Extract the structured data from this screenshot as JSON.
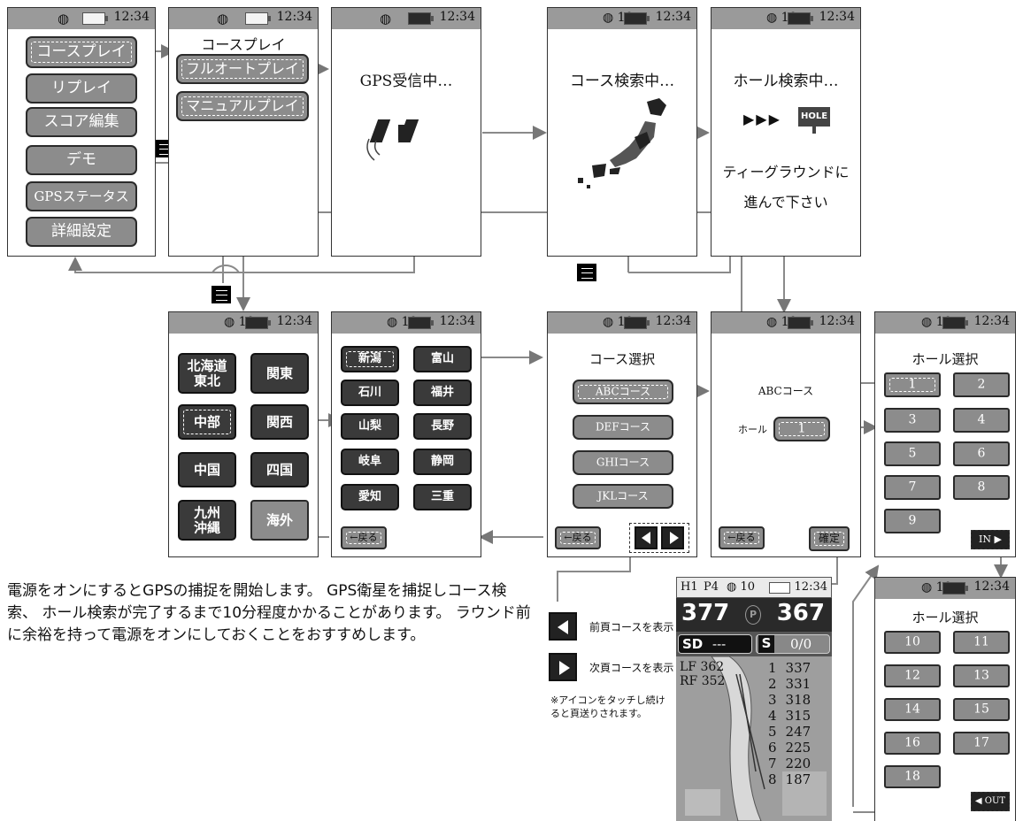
{
  "status": {
    "time": "12:34",
    "sats": "10"
  },
  "s1": {
    "items": [
      "コースプレイ",
      "リプレイ",
      "スコア編集",
      "デモ",
      "GPSステータス",
      "詳細設定"
    ]
  },
  "s2": {
    "title": "コースプレイ",
    "items": [
      "フルオートプレイ",
      "マニュアルプレイ"
    ]
  },
  "s3": {
    "text": "GPS受信中…"
  },
  "s4": {
    "text": "コース検索中…"
  },
  "s5": {
    "text": "ホール検索中…",
    "hole_sign": "HOLE",
    "line1": "ティーグラウンドに",
    "line2": "進んで下さい"
  },
  "regions": [
    "北海道\n東北",
    "関東",
    "中部",
    "関西",
    "中国",
    "四国",
    "九州\n沖縄",
    "海外"
  ],
  "prefs": [
    "新潟",
    "富山",
    "石川",
    "福井",
    "山梨",
    "長野",
    "岐阜",
    "静岡",
    "愛知",
    "三重"
  ],
  "back_label": "←戻る",
  "course_select": {
    "title": "コース選択",
    "courses": [
      "ABCコース",
      "DEFコース",
      "GHIコース",
      "JKLコース"
    ]
  },
  "confirm": {
    "course": "ABCコース",
    "hole_label": "ホール",
    "hole_value": "1",
    "ok_label": "確定"
  },
  "hole_select": {
    "title": "ホール選択",
    "front": [
      "1",
      "2",
      "3",
      "4",
      "5",
      "6",
      "7",
      "8",
      "9"
    ],
    "back": [
      "10",
      "11",
      "12",
      "13",
      "14",
      "15",
      "16",
      "17",
      "18"
    ],
    "in_label": "IN",
    "out_label": "OUT"
  },
  "play": {
    "hole": "H1",
    "par": "P4",
    "dist_left": "377",
    "dist_right": "367",
    "sd_label": "SD",
    "sd_value": "---",
    "s_label": "S",
    "s_value": "0/0",
    "lf": "LF 362",
    "rf": "RF 352",
    "targets": [
      [
        "1",
        "337"
      ],
      [
        "2",
        "331"
      ],
      [
        "3",
        "318"
      ],
      [
        "4",
        "315"
      ],
      [
        "5",
        "247"
      ],
      [
        "6",
        "225"
      ],
      [
        "7",
        "220"
      ],
      [
        "8",
        "187"
      ]
    ]
  },
  "legend": {
    "prev": "前頁コースを表示",
    "next": "次頁コースを表示",
    "note": "※アイコンをタッチし続け\nると頁送りされます。"
  },
  "body_text": "電源をオンにするとGPSの捕捉を開始します。 GPS衛星を捕捉しコース検索、 ホール検索が完了するまで10分程度かかることがあります。 ラウンド前に余裕を持って電源をオンにしておくことをおすすめします。"
}
